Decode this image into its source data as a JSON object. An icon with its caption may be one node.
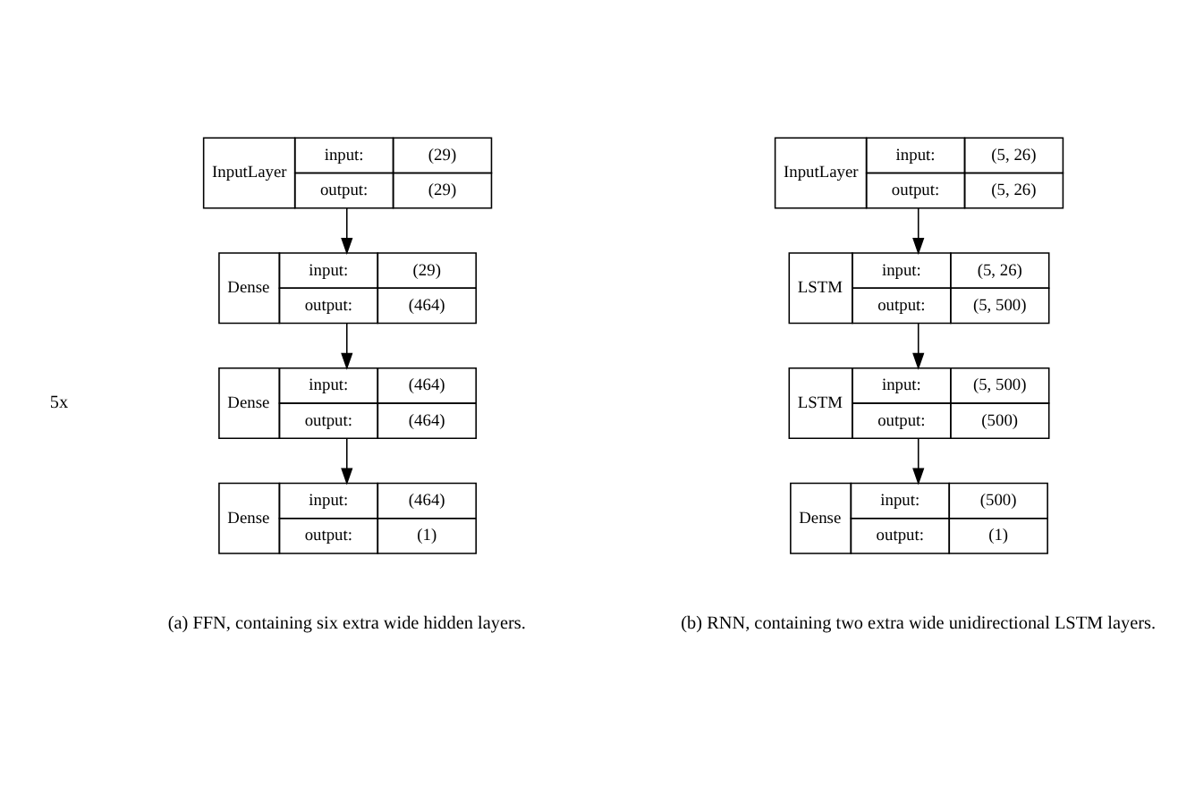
{
  "diagram": {
    "nodes": [
      {
        "text": [
          "InputLayer",
          "input:",
          "(29)",
          "output:",
          "(29)"
        ]
      },
      {
        "text": [
          "Dense",
          "input:",
          "(29)",
          "output:",
          "(464)"
        ]
      },
      {
        "text": [
          "Dense",
          "input:",
          "(464)",
          "output:",
          "(464)"
        ]
      },
      {
        "text": [
          "Dense",
          "input:",
          "(464)",
          "output:",
          "(1)"
        ]
      },
      {
        "text": [
          "InputLayer",
          "input:",
          "(5, 26)",
          "output:",
          "(5, 26)"
        ]
      },
      {
        "text": [
          "LSTM",
          "input:",
          "(5, 26)",
          "output:",
          "(5, 500)"
        ]
      },
      {
        "text": [
          "LSTM",
          "input:",
          "(5, 500)",
          "output:",
          "(500)"
        ]
      },
      {
        "text": [
          "Dense",
          "input:",
          "(500)",
          "output:",
          "(1)"
        ]
      }
    ],
    "edges": [
      {
        "from": 0,
        "to": 1,
        "arrow": "to"
      },
      {
        "from": 1,
        "to": 2,
        "arrow": "to"
      },
      {
        "from": 2,
        "to": 3,
        "arrow": "to"
      },
      {
        "from": 4,
        "to": 5,
        "arrow": "to"
      },
      {
        "from": 5,
        "to": 6,
        "arrow": "to"
      },
      {
        "from": 6,
        "to": 7,
        "arrow": "to"
      }
    ],
    "labels": [
      "5x",
      "(a) FFN, containing six extra wide hidden layers.",
      "(b) RNN, containing two extra wide unidirectional LSTM layers."
    ]
  }
}
